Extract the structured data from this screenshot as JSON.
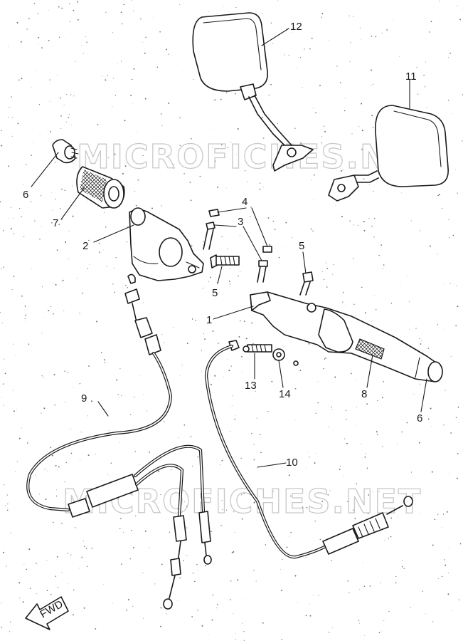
{
  "watermarks": [
    "MICROFICHES.NET",
    "MICROFICHES.NET"
  ],
  "callouts": [
    {
      "id": "c12",
      "text": "12"
    },
    {
      "id": "c11",
      "text": "11"
    },
    {
      "id": "c6a",
      "text": "6"
    },
    {
      "id": "c7",
      "text": "7"
    },
    {
      "id": "c2",
      "text": "2"
    },
    {
      "id": "c4",
      "text": "4"
    },
    {
      "id": "c3",
      "text": "3"
    },
    {
      "id": "c5a",
      "text": "5"
    },
    {
      "id": "c5b",
      "text": "5"
    },
    {
      "id": "c1",
      "text": "1"
    },
    {
      "id": "c13",
      "text": "13"
    },
    {
      "id": "c14",
      "text": "14"
    },
    {
      "id": "c8",
      "text": "8"
    },
    {
      "id": "c6b",
      "text": "6"
    },
    {
      "id": "c9",
      "text": "9"
    },
    {
      "id": "c10",
      "text": "10"
    }
  ],
  "fwd_label": "FWD",
  "colors": {
    "ink": "#1a1a1a",
    "paper": "#ffffff",
    "watermark": "#c8c8c8"
  }
}
